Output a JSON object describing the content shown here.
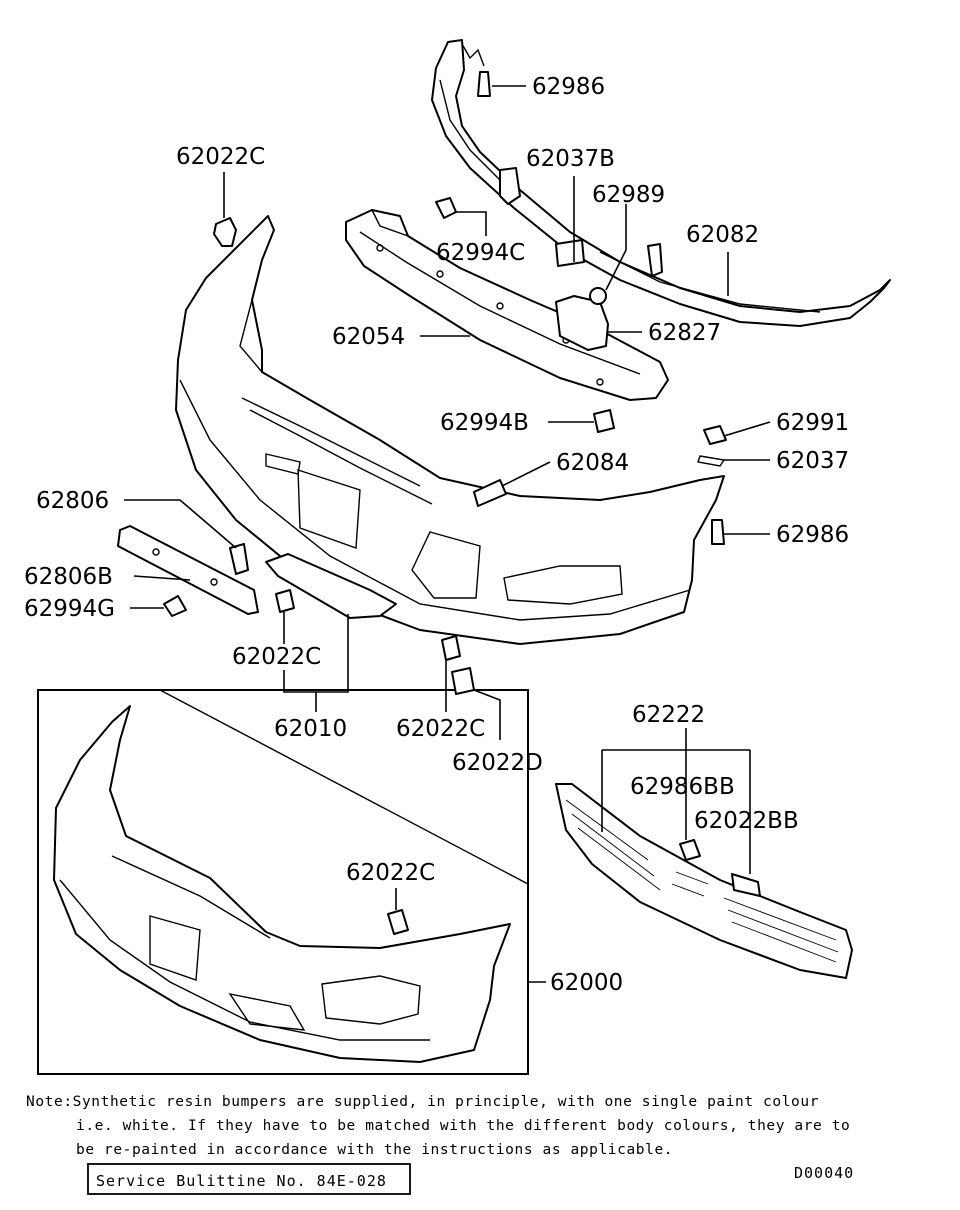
{
  "labels": {
    "p62986_top": "62986",
    "p62022c_top": "62022C",
    "p62037b": "62037B",
    "p62989": "62989",
    "p62082": "62082",
    "p62994c": "62994C",
    "p62054": "62054",
    "p62827": "62827",
    "p62994b": "62994B",
    "p62991": "62991",
    "p62037": "62037",
    "p62084": "62084",
    "p62986_mid": "62986",
    "p62806": "62806",
    "p62806b": "62806B",
    "p62994g": "62994G",
    "p62022c_mid": "62022C",
    "p62010": "62010",
    "p62022c_low": "62022C",
    "p62022d": "62022D",
    "p62222": "62222",
    "p62986bb": "62986BB",
    "p62022bb": "62022BB",
    "p62022c_box": "62022C",
    "p62000": "62000"
  },
  "note": {
    "line1": "Note:Synthetic resin bumpers are supplied, in principle, with one single paint colour",
    "line2": "i.e. white. If they have to be matched with the different body colours, they are to",
    "line3": "be re-painted in accordance with the instructions as applicable."
  },
  "service_bulletin": "Service Bulittine No. 84E-028",
  "diagram_code": "D00040"
}
